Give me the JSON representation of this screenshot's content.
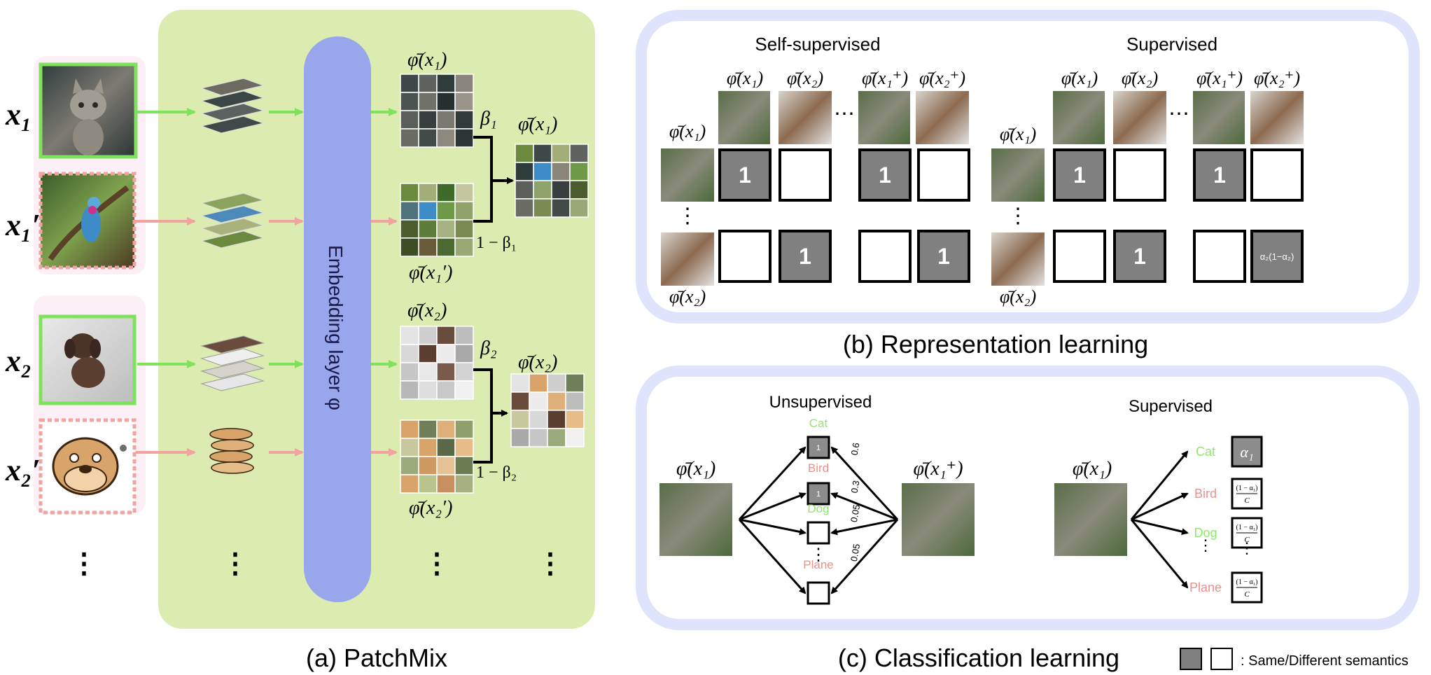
{
  "panel_a": {
    "caption": "(a) PatchMix",
    "embedding_label": "Embedding layer φ",
    "inputs": [
      "x₁",
      "x₁′",
      "x₂",
      "x₂′"
    ],
    "phi_x1": "φ̄(x₁)",
    "phi_x1p": "φ̄(x₁′)",
    "phi_x2": "φ̄(x₂)",
    "phi_x2p": "φ̄(x₂′)",
    "beta1": "β₁",
    "one_minus_beta1": "1 − β₁",
    "beta2": "β₂",
    "one_minus_beta2": "1 − β₂",
    "ellipsis": "⋮"
  },
  "panel_b": {
    "caption": "(b) Representation learning",
    "self_supervised": {
      "title": "Self-supervised",
      "col_labels": [
        "φ̄(x₁)",
        "φ̄(x₂)",
        "φ̄(x₁⁺)",
        "φ̄(x₂⁺)"
      ],
      "row_labels": [
        "φ̄(x₁)",
        "φ̄(x₂)"
      ],
      "cells": [
        [
          "1",
          "",
          "1",
          ""
        ],
        [
          "",
          "1",
          "",
          "1"
        ]
      ]
    },
    "supervised": {
      "title": "Supervised",
      "col_labels": [
        "φ̄(x₁)",
        "φ̄(x₂)",
        "φ̄(x₁⁺)",
        "φ̄(x₂⁺)"
      ],
      "row_labels": [
        "φ̄(x₁)",
        "φ̄(x₂)"
      ],
      "cells": [
        [
          "1",
          "",
          "1",
          ""
        ],
        [
          "",
          "1",
          "",
          "α₂(1−α₂)"
        ]
      ]
    },
    "dots_h": "⋯",
    "dots_v": "⋮"
  },
  "panel_c": {
    "caption": "(c) Classification learning",
    "unsupervised": {
      "title": "Unsupervised",
      "left_label": "φ̄(x₁)",
      "right_label": "φ̄(x₁⁺)",
      "classes": [
        "Cat",
        "Bird",
        "Dog",
        "Plane"
      ],
      "box_values": [
        "1",
        "1",
        "",
        ""
      ],
      "weights": [
        "0.6",
        "0.3",
        "0.05",
        "0.05"
      ]
    },
    "supervised": {
      "title": "Supervised",
      "left_label": "φ̄(x₁)",
      "classes": [
        "Cat",
        "Bird",
        "Dog",
        "Plane"
      ],
      "alpha": "α₁",
      "frac_num": "(1 − α₁)",
      "frac_den": "C"
    },
    "dots_v": "⋮"
  },
  "legend": {
    "text": ": Same/Different semantics"
  },
  "colors": {
    "panel_a_bg": "#dcebb0",
    "embedding": "#98a6ec",
    "green_arrow": "#7ee25c",
    "pink_arrow": "#f2a3a0",
    "frame_border": "#dfe3fb",
    "cell_gray": "#808080",
    "class_green": "#8ee86a",
    "class_pink": "#ee8f8a"
  }
}
